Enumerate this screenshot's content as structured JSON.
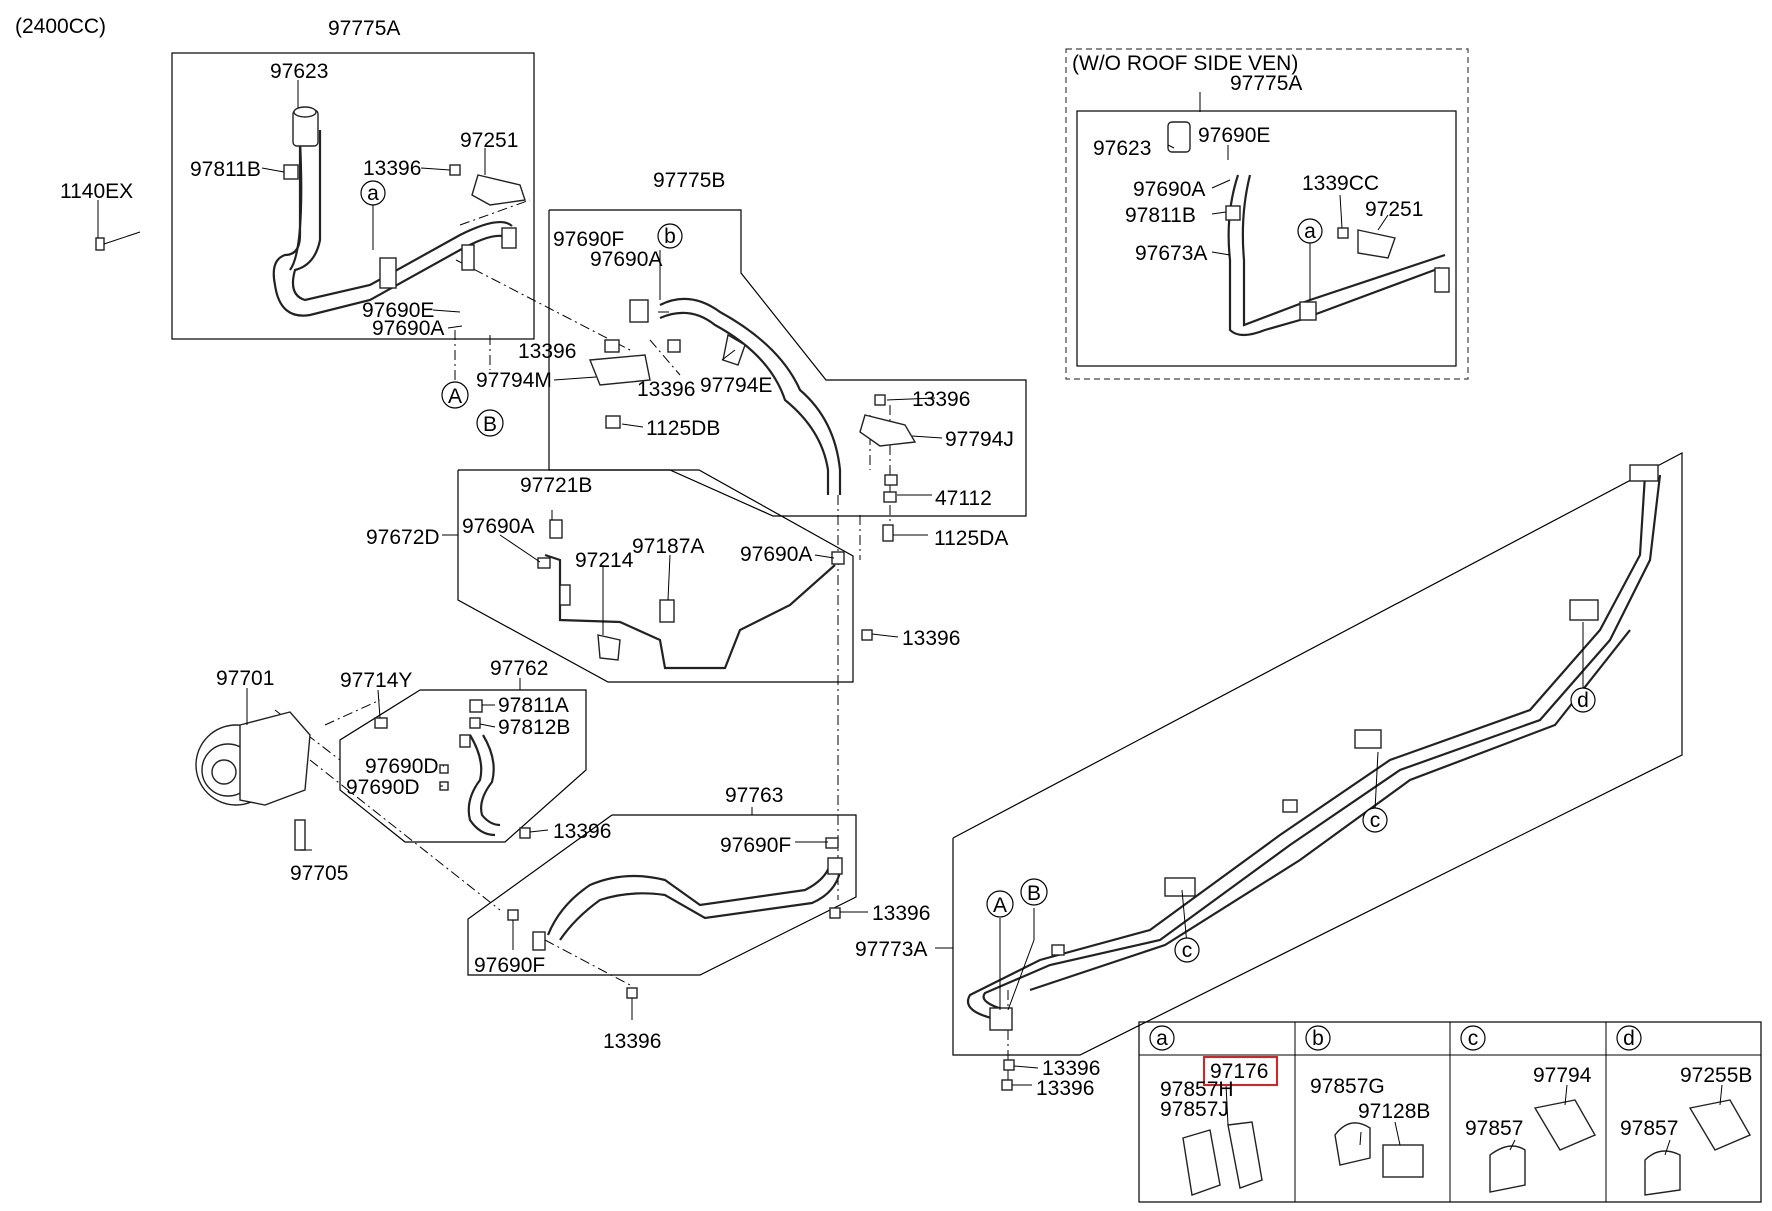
{
  "engine_label": "(2400CC)",
  "inset_title": "(W/O ROOF SIDE VEN)",
  "parts": {
    "p97775A": "97775A",
    "p97623": "97623",
    "p97811B": "97811B",
    "p13396": "13396",
    "p97251": "97251",
    "p1140EX": "1140EX",
    "p97690E": "97690E",
    "p97690A": "97690A",
    "p97794M": "97794M",
    "p1125DB": "1125DB",
    "p97775B": "97775B",
    "p97690F": "97690F",
    "p97794E": "97794E",
    "p97794J": "97794J",
    "p47112": "47112",
    "p1125DA": "1125DA",
    "p97721B": "97721B",
    "p97672D": "97672D",
    "p97214": "97214",
    "p97187A": "97187A",
    "p97701": "97701",
    "p97714Y": "97714Y",
    "p97762": "97762",
    "p97811A": "97811A",
    "p97812B": "97812B",
    "p97690D": "97690D",
    "p97705": "97705",
    "p97763": "97763",
    "p97773A": "97773A",
    "p1339CC": "1339CC",
    "p97673A": "97673A",
    "p97176": "97176",
    "p97857H": "97857H",
    "p97857J": "97857J",
    "p97857G": "97857G",
    "p97128B": "97128B",
    "p97794": "97794",
    "p97857": "97857",
    "p97255B": "97255B"
  },
  "callouts": {
    "a": "a",
    "b": "b",
    "c": "c",
    "d": "d",
    "A": "A",
    "B": "B"
  },
  "highlight_color": "#e02020"
}
